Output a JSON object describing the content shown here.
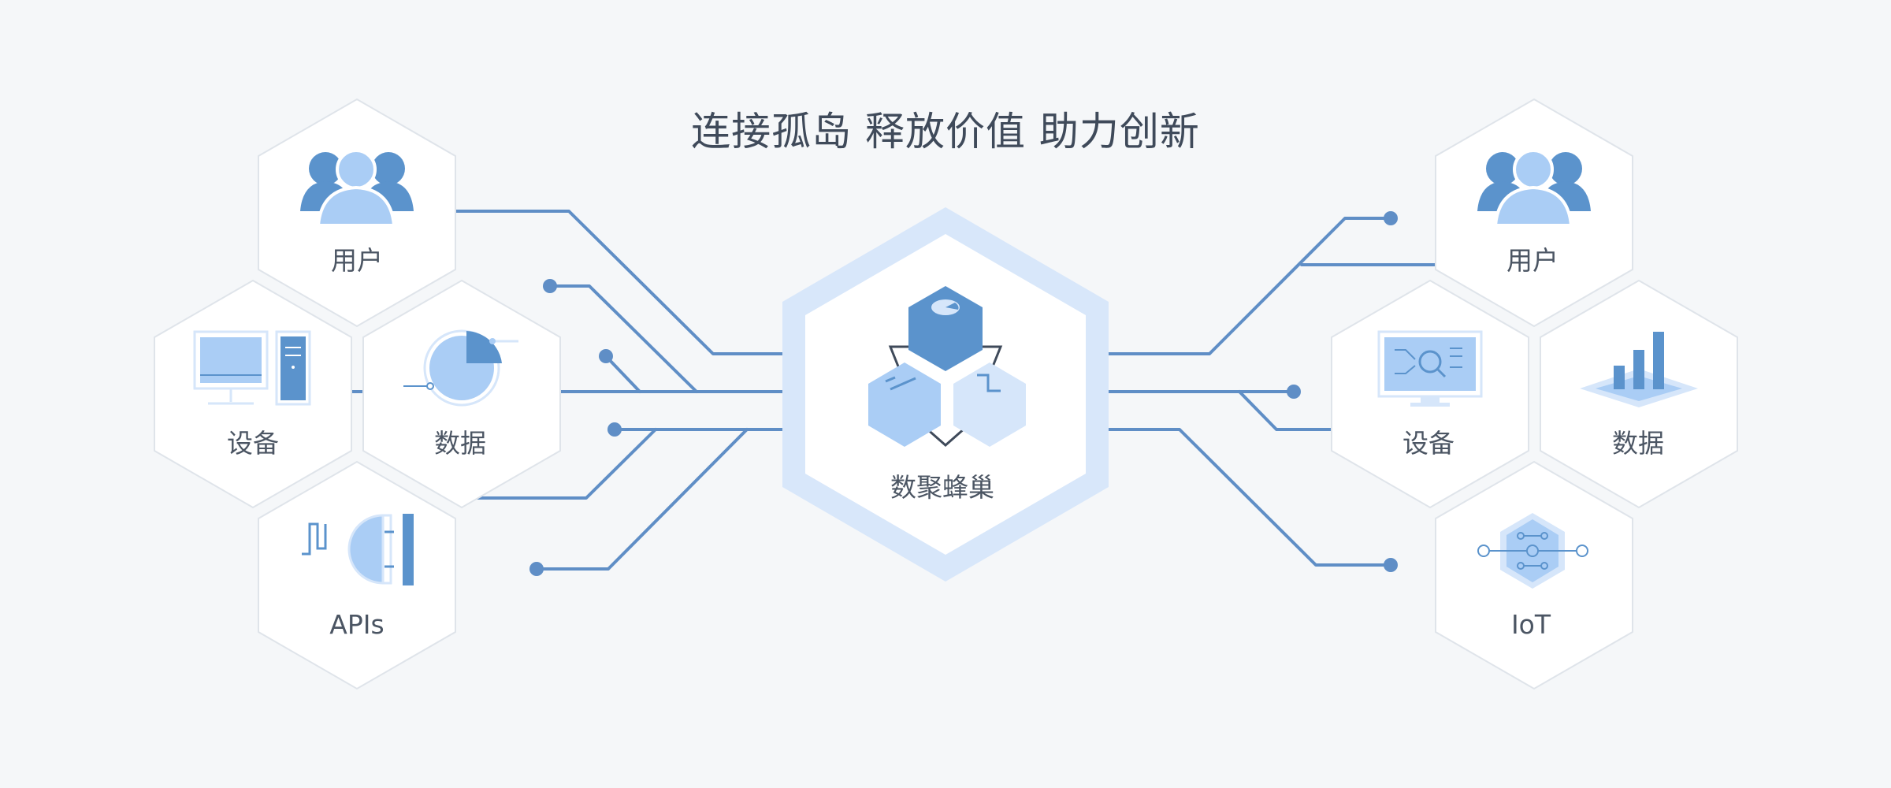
{
  "header": {
    "title": "连接孤岛  释放价值  助力创新"
  },
  "center": {
    "label": "数聚蜂巢"
  },
  "left_nodes": {
    "users": "用户",
    "devices": "设备",
    "data": "数据",
    "apis": "APIs"
  },
  "right_nodes": {
    "users": "用户",
    "devices": "设备",
    "data": "数据",
    "iot": "IoT"
  },
  "colors": {
    "background": "#f5f7f9",
    "line": "#5f8ec6",
    "icon_dark": "#5b93cc",
    "icon_light": "#aacdf5",
    "icon_pale": "#d6e6fa",
    "center_frame": "#d8e7fa",
    "text": "#4b5563"
  },
  "icons": [
    "users-icon",
    "devices-icon",
    "pie-chart-icon",
    "api-plug-icon",
    "cube-cluster-icon",
    "monitor-search-icon",
    "bar-chart-icon",
    "iot-circuit-icon"
  ]
}
